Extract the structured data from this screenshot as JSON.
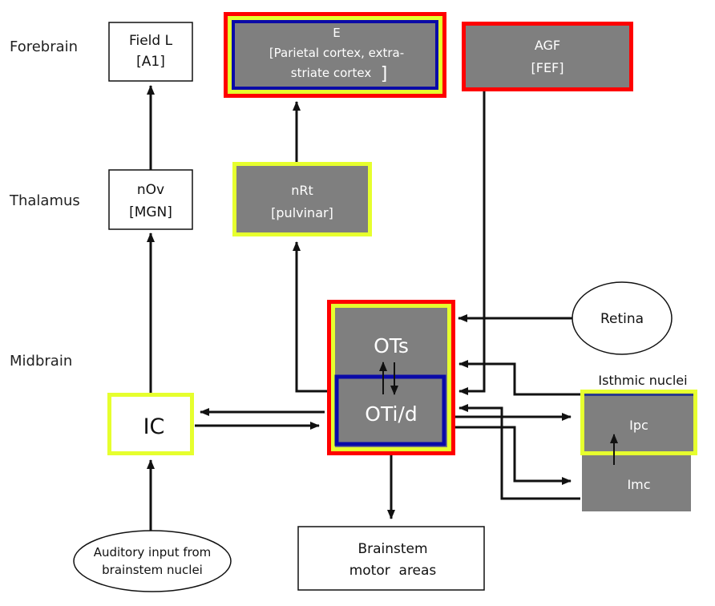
{
  "levels": {
    "forebrain": "Forebrain",
    "thalamus": "Thalamus",
    "midbrain": "Midbrain"
  },
  "nodes": {
    "field_l": {
      "line1": "Field L",
      "line2": "[A1]"
    },
    "nov": {
      "line1": "nOv",
      "line2": "[MGN]"
    },
    "e": {
      "line1": "E",
      "line2": "[Parietal cortex, extra-",
      "line3": "striate cortex",
      "bracket": "]"
    },
    "agf": {
      "line1": "AGF",
      "line2": "[FEF]"
    },
    "nrt": {
      "line1": "nRt",
      "line2": "[pulvinar]"
    },
    "ots": {
      "label": "OTs"
    },
    "otid": {
      "label": "OTi/d"
    },
    "retina": {
      "label": "Retina"
    },
    "isthmic": {
      "label": "Isthmic nuclei"
    },
    "ipc": {
      "label": "Ipc"
    },
    "imc": {
      "label": "Imc"
    },
    "ic": {
      "label": "IC"
    },
    "auditory": {
      "line1": "Auditory input from",
      "line2": "brainstem nuclei"
    },
    "brainstem": {
      "line1": "Brainstem",
      "line2": "motor  areas"
    }
  },
  "colors": {
    "gray_fill": "#7f7f7f",
    "red_border": "#ff0000",
    "yellow_border": "#e6ff2e",
    "blue_border": "#0a0aa8",
    "line": "#111111"
  }
}
